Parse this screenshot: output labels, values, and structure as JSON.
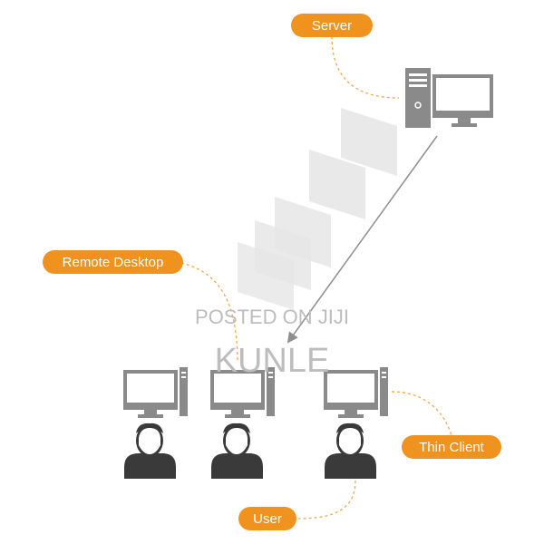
{
  "labels": {
    "server": "Server",
    "remote_desktop": "Remote Desktop",
    "thin_client": "Thin Client",
    "user": "User"
  },
  "watermark": {
    "line1": "POSTED ON JIJI",
    "line2": "KUNLE"
  },
  "icons": {
    "server": "server-computer-icon",
    "client": "thin-client-computer-icon",
    "user": "user-icon",
    "screen": "remote-desktop-screen-icon"
  },
  "colors": {
    "accent": "#f0921e",
    "device": "#8a8a8a",
    "user": "#3a3a3a",
    "connector": "#f5a54a",
    "arrow": "#8f8f8f",
    "screen": "#e6e6e6"
  }
}
